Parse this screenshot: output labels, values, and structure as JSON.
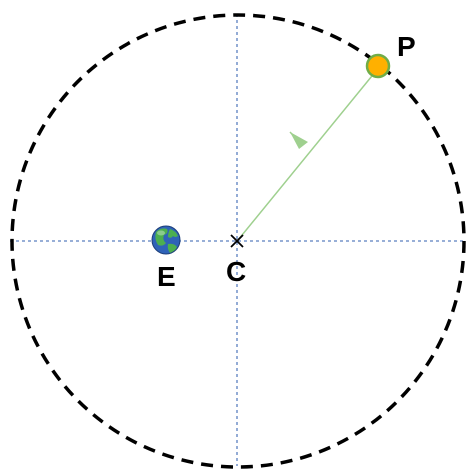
{
  "labels": {
    "center": "C",
    "earth": "E",
    "planet": "P"
  },
  "colors": {
    "orbit": "#000000",
    "axes": "#5b7fbf",
    "radius": "#9fd08f",
    "planet_fill": "#ffb000",
    "planet_stroke": "#70ad47",
    "earth_ocean": "#2f63b8",
    "earth_land": "#4caf50"
  },
  "icons": {
    "earth": "earth-globe-icon",
    "center_marker": "x-cross-icon"
  }
}
